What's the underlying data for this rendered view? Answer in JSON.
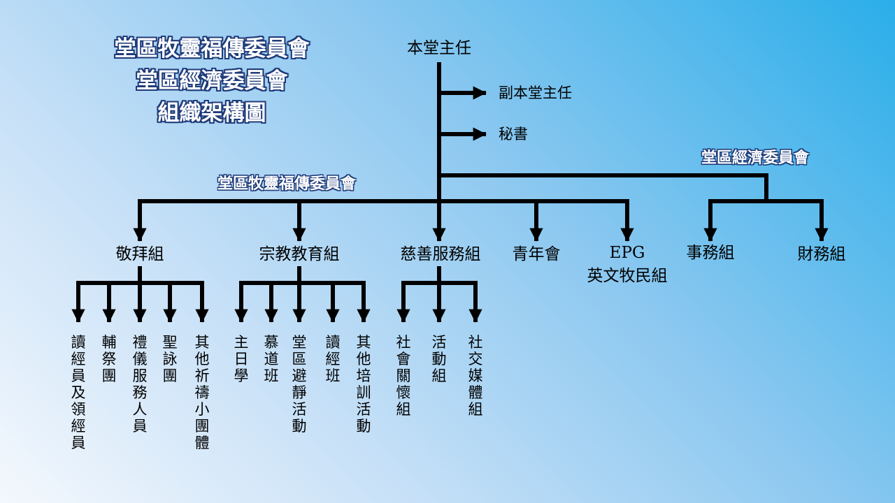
{
  "title": {
    "line1": "堂區牧靈福傳委員會",
    "line2": "堂區經濟委員會",
    "line3": "組織架構圖"
  },
  "root": "本堂主任",
  "assistants": [
    "副本堂主任",
    "秘書"
  ],
  "committees": {
    "pastoral": "堂區牧靈福傳委員會",
    "economic": "堂區經濟委員會"
  },
  "groups": {
    "worship": "敬拜組",
    "education": "宗教教育組",
    "charity": "慈善服務組",
    "youth": "青年會",
    "epg_line1": "EPG",
    "epg_line2": "英文牧民組",
    "affairs": "事務組",
    "finance": "財務組"
  },
  "worship_units": [
    "讀經員及領經員",
    "輔祭團",
    "禮儀服務人員",
    "聖詠團",
    "其他祈禱小團體"
  ],
  "education_units": [
    "主日學",
    "慕道班",
    "堂區避靜活動",
    "讀經班",
    "其他培訓活動"
  ],
  "charity_units": [
    "社會關懷組",
    "活動組",
    "社交媒體組"
  ]
}
